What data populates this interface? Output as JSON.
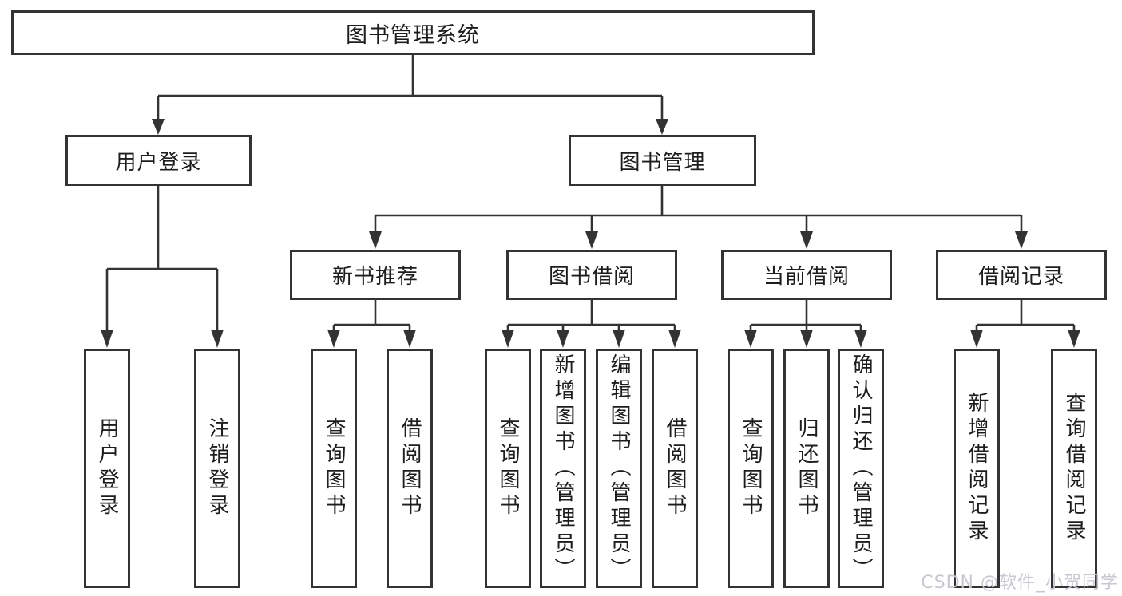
{
  "tree": {
    "root": {
      "label": "图书管理系统"
    },
    "branches": [
      {
        "label": "用户登录",
        "children": [
          {
            "label": "用户登录"
          },
          {
            "label": "注销登录"
          }
        ]
      },
      {
        "label": "图书管理",
        "children": [
          {
            "label": "新书推荐",
            "children": [
              {
                "label": "查询图书"
              },
              {
                "label": "借阅图书"
              }
            ]
          },
          {
            "label": "图书借阅",
            "children": [
              {
                "label": "查询图书"
              },
              {
                "label": "新增图书（管理员）"
              },
              {
                "label": "编辑图书（管理员）"
              },
              {
                "label": "借阅图书"
              }
            ]
          },
          {
            "label": "当前借阅",
            "children": [
              {
                "label": "查询图书"
              },
              {
                "label": "归还图书"
              },
              {
                "label": "确认归还（管理员）"
              }
            ]
          },
          {
            "label": "借阅记录",
            "children": [
              {
                "label": "新增借阅记录"
              },
              {
                "label": "查询借阅记录"
              }
            ]
          }
        ]
      }
    ]
  },
  "watermark": {
    "text": "CSDN @软件_小贺同学"
  },
  "colors": {
    "line": "#333333",
    "box_border": "#333333",
    "box_fill": "#ffffff",
    "text": "#1d1d1f",
    "watermark": "#c5c5ce"
  }
}
